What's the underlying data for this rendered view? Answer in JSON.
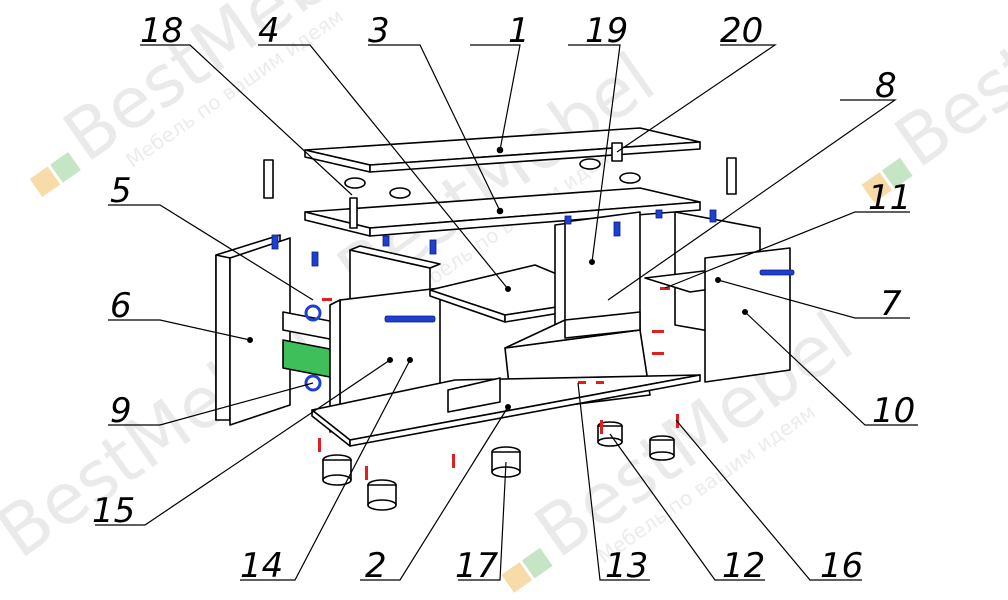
{
  "diagram": {
    "labels": {
      "top": [
        "18",
        "4",
        "3",
        "1",
        "19",
        "20",
        "8"
      ],
      "left": [
        "5",
        "6",
        "9",
        "15"
      ],
      "right": [
        "11",
        "7",
        "10"
      ],
      "bottom": [
        "14",
        "2",
        "17",
        "13",
        "12",
        "16"
      ]
    }
  },
  "watermark": {
    "brand": "BestMebel",
    "tagline": "Мебель по вашим идеям"
  },
  "colors": {
    "line": "#000000",
    "fastener_blue": "#1f3fd0",
    "fastener_red": "#e02020",
    "panel_fill": "#ffffff"
  }
}
